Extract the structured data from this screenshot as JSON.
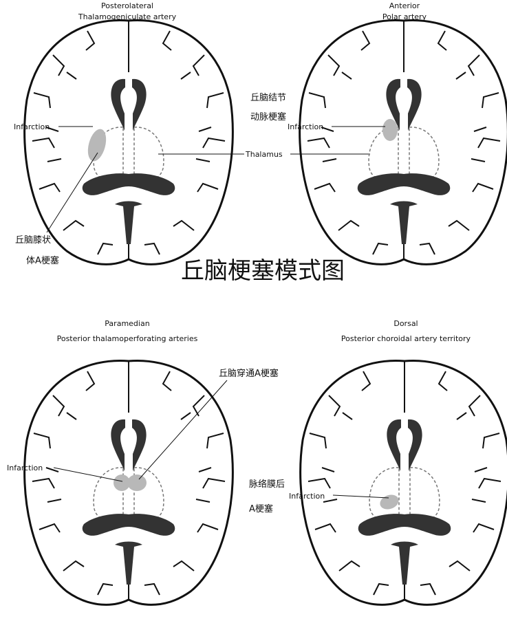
{
  "title": "丘脑梗塞模式图",
  "colors": {
    "line": "#111111",
    "ventricle": "#333333",
    "infarct": "#b8b8b8",
    "dashed": "#777777"
  },
  "panels": [
    {
      "id": "posterolateral",
      "heading_line1": "Posterolateral",
      "heading_line2": "Thalamogeniculate artery",
      "infarction_label": "Infarction",
      "thalamus_label": "Thalamus",
      "zh_line1": "丘脑膝状",
      "zh_line2": "体A梗塞"
    },
    {
      "id": "anterior",
      "heading_line1": "Anterior",
      "heading_line2": "Polar artery",
      "infarction_label": "Infarction",
      "zh_line1": "丘脑结节",
      "zh_line2": "动脉梗塞"
    },
    {
      "id": "paramedian",
      "heading_line1": "Paramedian",
      "heading_line2": "Posterior thalamoperforating arteries",
      "infarction_label": "Infarction",
      "zh_line1": "丘脑穿通A梗塞"
    },
    {
      "id": "dorsal",
      "heading_line1": "Dorsal",
      "heading_line2": "Posterior choroidal artery territory",
      "infarction_label": "Infarction",
      "zh_line1": "脉络膜后",
      "zh_line2": "A梗塞"
    }
  ]
}
